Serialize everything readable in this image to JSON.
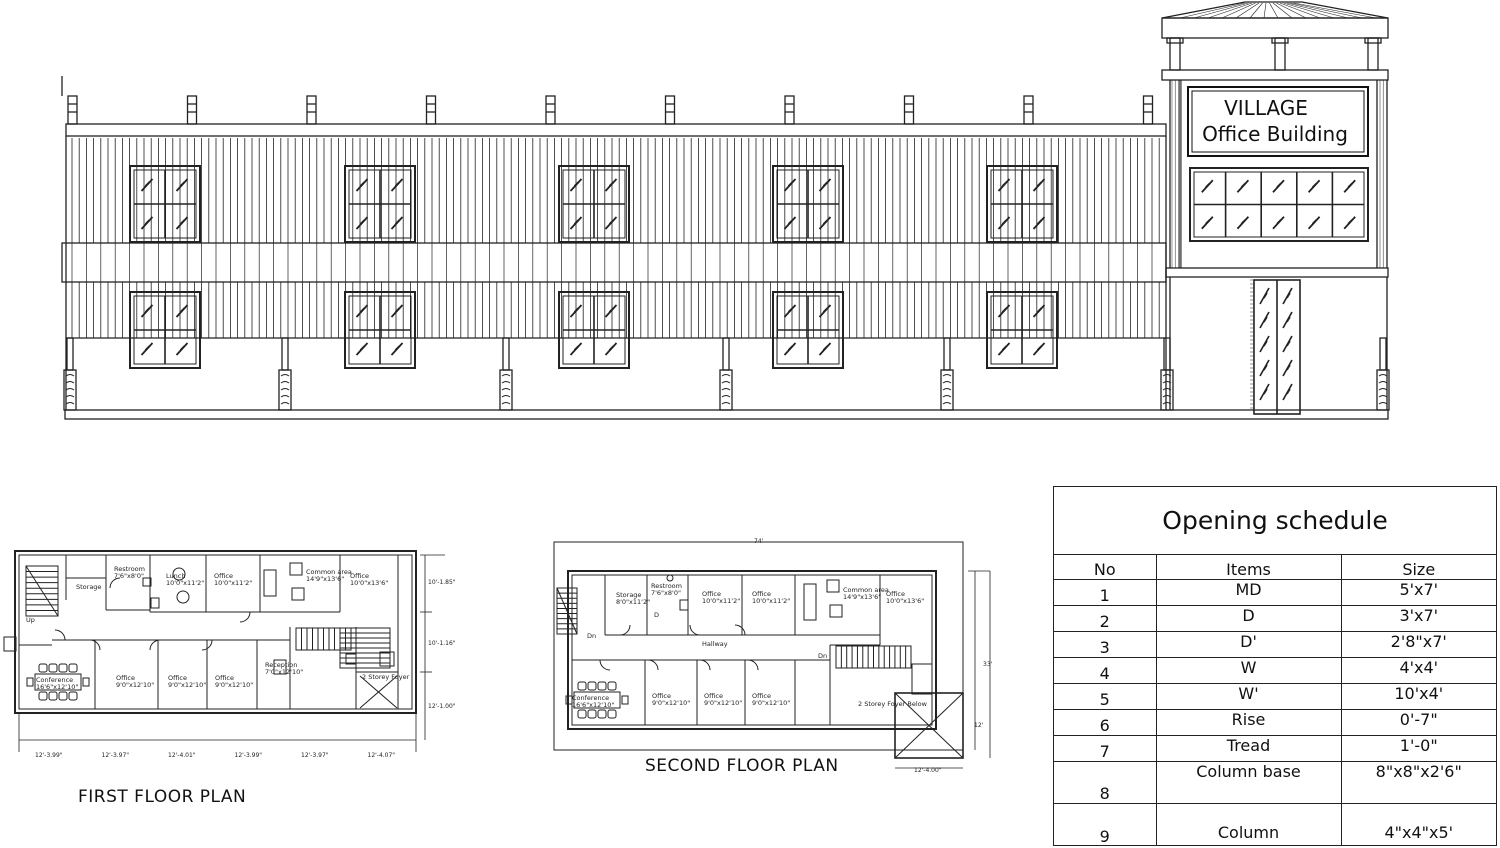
{
  "elevation": {
    "sign_line1": "VILLAGE",
    "sign_line2": "Office Building"
  },
  "first_floor": {
    "title": "FIRST FLOOR PLAN",
    "rooms": [
      {
        "name": "Restroom",
        "size": "7'6\"x8'0\""
      },
      {
        "name": "Lunch",
        "size": "10'0\"x11'2\""
      },
      {
        "name": "Office",
        "size": "10'0\"x11'2\""
      },
      {
        "name": "Common area",
        "size": "14'9\"x13'6\""
      },
      {
        "name": "Office",
        "size": "10'0\"x13'6\""
      },
      {
        "name": "Storage",
        "size": ""
      },
      {
        "name": "Conference",
        "size": "16'6\"x12'10\""
      },
      {
        "name": "Office",
        "size": "9'0\"x12'10\""
      },
      {
        "name": "Office",
        "size": "9'0\"x12'10\""
      },
      {
        "name": "Office",
        "size": "9'0\"x12'10\""
      },
      {
        "name": "Reception",
        "size": "7'0\"x12'10\""
      },
      {
        "name": "2 Storey Foyer",
        "size": ""
      }
    ],
    "up_label": "Up",
    "side_dims": [
      "10'-1.85\"",
      "10'-1.16\"",
      "12'-1.00\""
    ],
    "bottom_dims": [
      "12'-3.99\"",
      "12'-3.97\"",
      "12'-4.01\"",
      "12'-3.99\"",
      "12'-3.97\"",
      "12'-4.07\""
    ]
  },
  "second_floor": {
    "title": "SECOND FLOOR PLAN",
    "top_dim": "74'",
    "right_dim": "33'",
    "right_dim2": "12'",
    "bottom_dim": "12'-4.00\"",
    "hallway": "Hallway",
    "dn_labels": [
      "Dn",
      "Dn"
    ],
    "d_label": "D",
    "rooms": [
      {
        "name": "Storage",
        "size": "8'0\"x11'2\""
      },
      {
        "name": "Restroom",
        "size": "7'6\"x8'0\""
      },
      {
        "name": "Office",
        "size": "10'0\"x11'2\""
      },
      {
        "name": "Office",
        "size": "10'0\"x11'2\""
      },
      {
        "name": "Common area",
        "size": "14'9\"x13'6\""
      },
      {
        "name": "Office",
        "size": "10'0\"x13'6\""
      },
      {
        "name": "Conference",
        "size": "16'6\"x12'10\""
      },
      {
        "name": "Office",
        "size": "9'0\"x12'10\""
      },
      {
        "name": "Office",
        "size": "9'0\"x12'10\""
      },
      {
        "name": "Office",
        "size": "9'0\"x12'10\""
      },
      {
        "name": "2 Storey Foyer Below",
        "size": ""
      }
    ]
  },
  "opening_schedule": {
    "title": "Opening schedule",
    "headers": [
      "No",
      "Items",
      "Size"
    ],
    "rows": [
      {
        "no": "1",
        "item": "MD",
        "size": "5'x7'"
      },
      {
        "no": "2",
        "item": "D",
        "size": "3'x7'"
      },
      {
        "no": "3",
        "item": "D'",
        "size": "2'8\"x7'"
      },
      {
        "no": "4",
        "item": "W",
        "size": "4'x4'"
      },
      {
        "no": "5",
        "item": "W'",
        "size": "10'x4'"
      },
      {
        "no": "6",
        "item": "Rise",
        "size": "0'-7\""
      },
      {
        "no": "7",
        "item": "Tread",
        "size": "1'-0\""
      },
      {
        "no": "8",
        "item": "Column base",
        "size": "8\"x8\"x2'6\""
      },
      {
        "no": "9",
        "item": "Column",
        "size": "4\"x4\"x5'"
      }
    ]
  }
}
